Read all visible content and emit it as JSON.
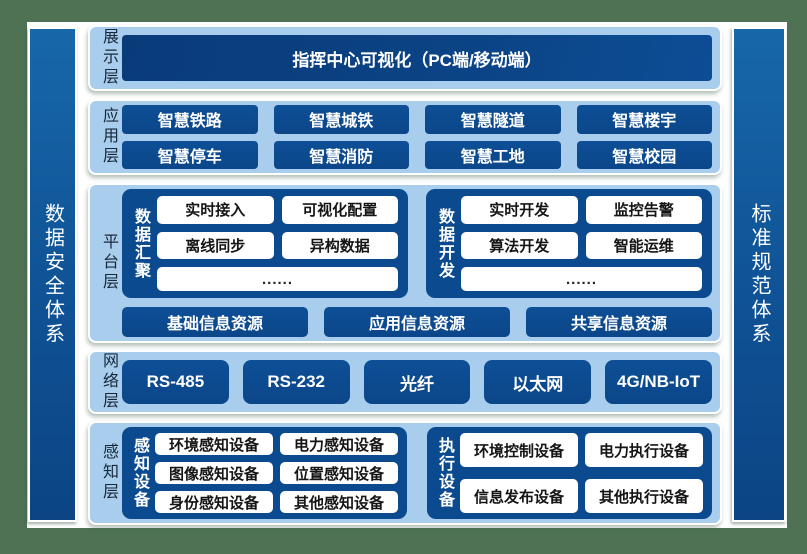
{
  "colors": {
    "background_green": "#4e7253",
    "canvas_white": "#ffffff",
    "container_light_blue": "#a9cdec",
    "box_dark_blue": "#0c4a8e",
    "banner_navy": "#093b79",
    "sidebar_blue_top": "#1767a9",
    "sidebar_blue_bottom": "#0c4484",
    "layer_label_dark": "#16283c",
    "white_box_text": "#151515"
  },
  "sidebars": {
    "left": {
      "label": "数据安全体系"
    },
    "right": {
      "label": "标准规范体系"
    }
  },
  "layers": [
    {
      "label": "展示层",
      "banner": "指挥中心可视化（PC端/移动端）"
    },
    {
      "label": "应用层",
      "items": [
        "智慧铁路",
        "智慧城铁",
        "智慧隧道",
        "智慧楼宇",
        "智慧停车",
        "智慧消防",
        "智慧工地",
        "智慧校园"
      ]
    },
    {
      "label": "平台层",
      "groups": [
        {
          "label": "数据汇聚",
          "items": [
            "实时接入",
            "可视化配置",
            "离线同步",
            "异构数据"
          ],
          "more": "......"
        },
        {
          "label": "数据开发",
          "items": [
            "实时开发",
            "监控告警",
            "算法开发",
            "智能运维"
          ],
          "more": "......"
        }
      ],
      "resources": [
        "基础信息资源",
        "应用信息资源",
        "共享信息资源"
      ]
    },
    {
      "label": "网络层",
      "items": [
        "RS-485",
        "RS-232",
        "光纤",
        "以太网",
        "4G/NB-IoT"
      ]
    },
    {
      "label": "感知层",
      "groups": [
        {
          "label": "感知设备",
          "items": [
            "环境感知设备",
            "电力感知设备",
            "图像感知设备",
            "位置感知设备",
            "身份感知设备",
            "其他感知设备"
          ]
        },
        {
          "label": "执行设备",
          "items": [
            "环境控制设备",
            "电力执行设备",
            "信息发布设备",
            "其他执行设备"
          ]
        }
      ]
    }
  ]
}
